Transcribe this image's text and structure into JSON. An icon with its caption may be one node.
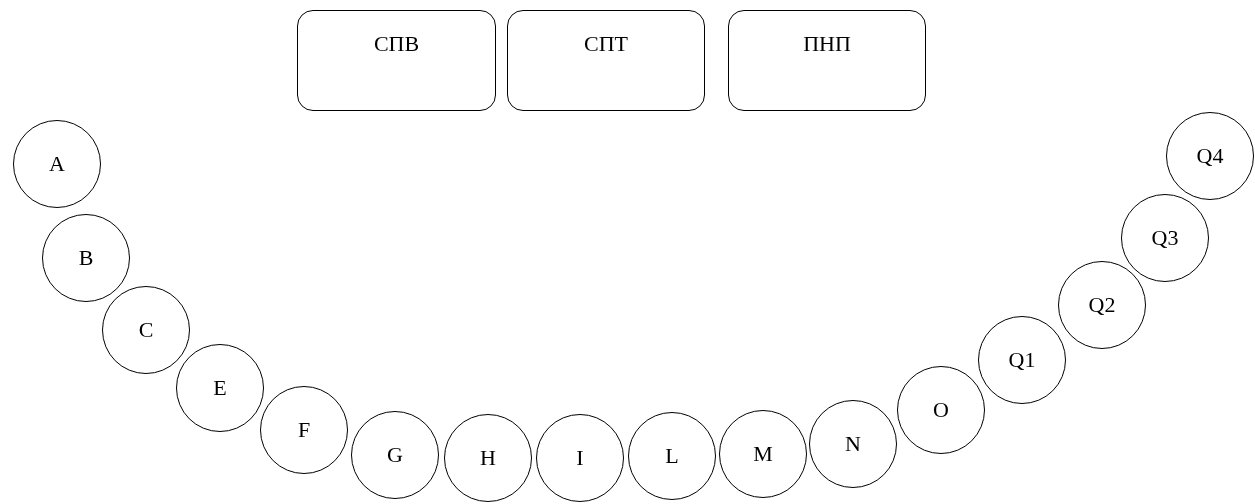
{
  "diagram": {
    "nodes": [
      {
        "text": [
          "СПВ"
        ]
      },
      {
        "text": [
          "СПТ"
        ]
      },
      {
        "text": [
          "ПНП"
        ]
      },
      {
        "text": [
          "A"
        ]
      },
      {
        "text": [
          "B"
        ]
      },
      {
        "text": [
          "C"
        ]
      },
      {
        "text": [
          "E"
        ]
      },
      {
        "text": [
          "F"
        ]
      },
      {
        "text": [
          "G"
        ]
      },
      {
        "text": [
          "H"
        ]
      },
      {
        "text": [
          "I"
        ]
      },
      {
        "text": [
          "L"
        ]
      },
      {
        "text": [
          "M"
        ]
      },
      {
        "text": [
          "N"
        ]
      },
      {
        "text": [
          "O"
        ]
      },
      {
        "text": [
          "Q1"
        ]
      },
      {
        "text": [
          "Q2"
        ]
      },
      {
        "text": [
          "Q3"
        ]
      },
      {
        "text": [
          "Q4"
        ]
      }
    ]
  }
}
